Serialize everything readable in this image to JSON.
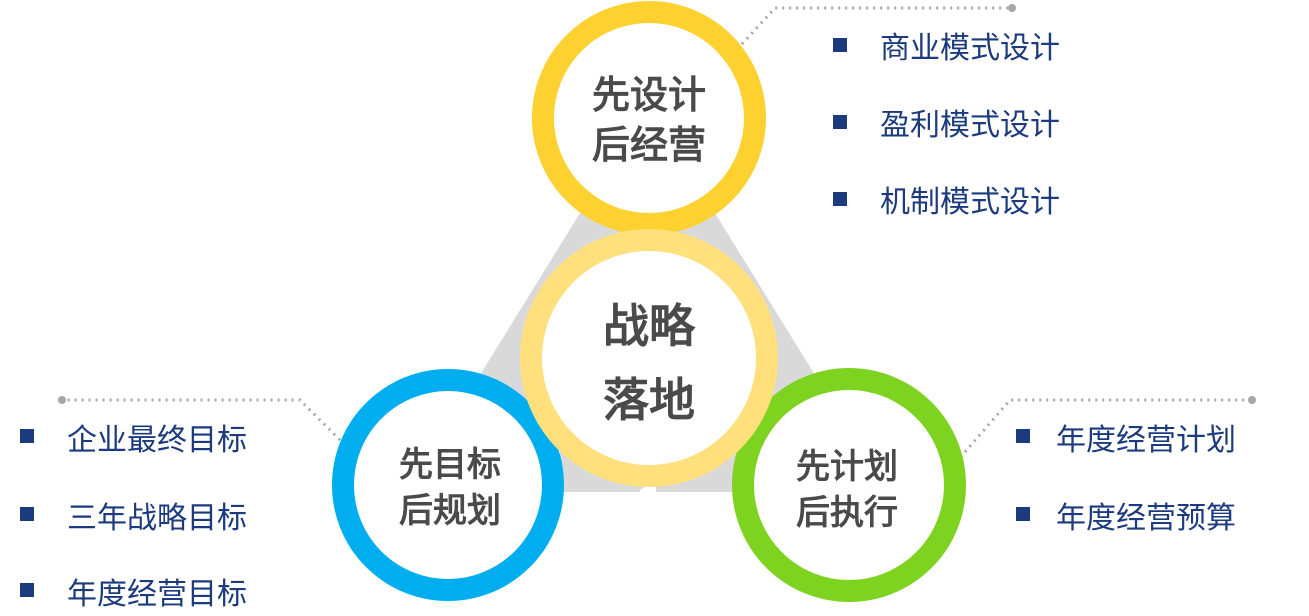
{
  "center": {
    "line1": "战略",
    "line2": "落地"
  },
  "top": {
    "line1": "先设计",
    "line2": "后经营",
    "items": [
      "商业模式设计",
      "盈利模式设计",
      "机制模式设计"
    ]
  },
  "left": {
    "line1": "先目标",
    "line2": "后规划",
    "items": [
      "企业最终目标",
      "三年战略目标",
      "年度经营目标"
    ]
  },
  "right": {
    "line1": "先计划",
    "line2": "后执行",
    "items": [
      "年度经营计划",
      "年度经营预算"
    ]
  },
  "colors": {
    "top_ring": "#fdd130",
    "center_ring": "#ffe07d",
    "left_ring": "#00aeef",
    "right_ring": "#7ed321",
    "bullet_text": "#1c3a7e",
    "circle_text": "#4a4a4a",
    "triangle": "#d9d9d9",
    "connector": "#a6a6a6"
  }
}
